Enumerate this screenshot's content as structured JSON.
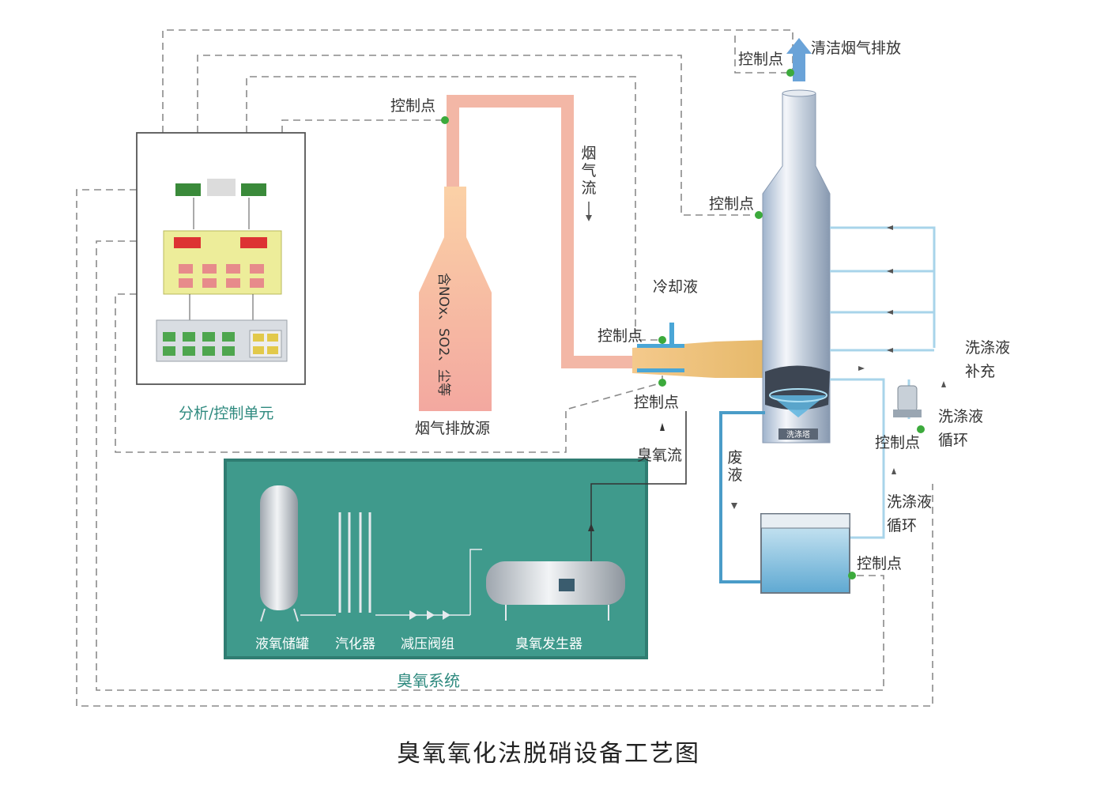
{
  "title": "臭氧氧化法脱硝设备工艺图",
  "labels": {
    "control_point": "控制点",
    "clean_gas": "清洁烟气排放",
    "flue_flow": "烟气流",
    "emission_source": "烟气排放源",
    "source_contents": "含NOx、SO2、尘等",
    "coolant": "冷却液",
    "ozone_flow": "臭氧流",
    "waste_liquid": "废液",
    "wash_supplement_1": "洗涤液",
    "wash_supplement_2": "补充",
    "wash_cycle_a1": "洗涤液",
    "wash_cycle_a2": "循环",
    "wash_cycle_b1": "洗涤液",
    "wash_cycle_b2": "循环",
    "control_unit": "分析/控制单元",
    "ozone_system": "臭氧系统",
    "liquid_oxygen_tank": "液氧储罐",
    "vaporizer": "汽化器",
    "pressure_valve_group": "减压阀组",
    "ozone_generator": "臭氧发生器",
    "tower_plate": "洗涤塔"
  },
  "colors": {
    "dash": "#8a8a8a",
    "duct": "#f3b7a6",
    "teal": "#3f9a8c",
    "teal_border": "#2f7d72",
    "control_dot": "#3caa3c",
    "wash_pipe": "#a8d4ea",
    "waste_pipe": "#4a9cc8",
    "arrow_up": "#6aa3d8"
  }
}
